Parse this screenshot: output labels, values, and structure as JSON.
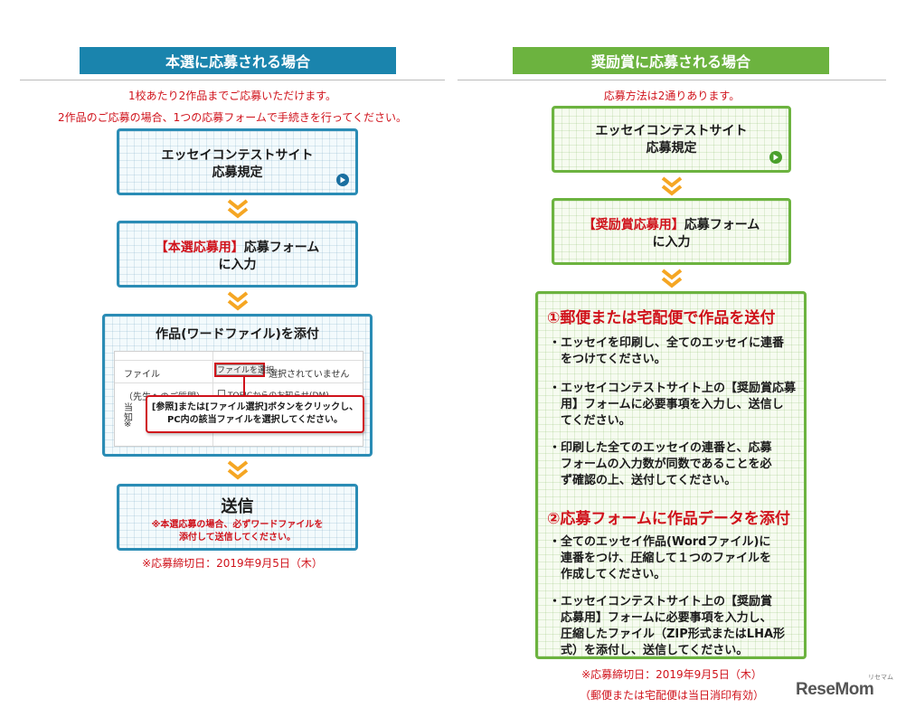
{
  "left": {
    "header": "本選に応募される場合",
    "note1": "1校あたり2作品までご応募いただけます。",
    "note2": "2作品のご応募の場合、1つの応募フォームで手続きを行ってください。",
    "step1": {
      "line1": "エッセイコンテストサイト",
      "line2": "応募規定"
    },
    "step2": {
      "highlight": "【本選応募用】",
      "line1_rest": "応募フォーム",
      "line2": "に入力"
    },
    "step3": {
      "title": "作品(ワードファイル)を添付",
      "form_label_file": "ファイル",
      "file_button": "ファイルを選択",
      "file_status": "選択されていません",
      "form_label_question": "（先生へのご質問）",
      "form_label_frag1": "当",
      "form_label_frag2": "知",
      "form_label_frag3": "※",
      "checkbox_label": "TOEICからのお知らせ(DM)",
      "callout_line1": "[参照]または[ファイル選択]ボタンをクリックし、",
      "callout_line2": "PC内の該当ファイルを選択してください。"
    },
    "step4": {
      "title": "送信",
      "warn1": "※本選応募の場合、必ずワードファイルを",
      "warn2": "添付して送信してください。"
    },
    "deadline": "※応募締切日：2019年9月5日（木）"
  },
  "right": {
    "header": "奨励賞に応募される場合",
    "note1": "応募方法は2通りあります。",
    "step1": {
      "line1": "エッセイコンテストサイト",
      "line2": "応募規定"
    },
    "step2": {
      "highlight": "【奨励賞応募用】",
      "line1_rest": "応募フォーム",
      "line2": "に入力"
    },
    "section1_title": "①郵便または宅配便で作品を送付",
    "section1_bullets": [
      [
        "・エッセイを印刷し、全てのエッセイに連番",
        "をつけてください。"
      ],
      [
        "・エッセイコンテストサイト上の【奨励賞応募",
        "用】フォームに必要事項を入力し、送信し",
        "てください。"
      ],
      [
        "・印刷した全てのエッセイの連番と、応募",
        "フォームの入力数が同数であることを必",
        "ず確認の上、送付してください。"
      ]
    ],
    "section2_title": "②応募フォームに作品データを添付",
    "section2_bullets": [
      [
        "・全てのエッセイ作品(Wordファイル)に",
        "連番をつけ、圧縮して１つのファイルを",
        "作成してください。"
      ],
      [
        "・エッセイコンテストサイト上の【奨励賞",
        "応募用】フォームに必要事項を入力し、",
        "圧縮したファイル（ZIP形式またはLHA形",
        "式）を添付し、送信してください。"
      ]
    ],
    "deadline": "※応募締切日：2019年9月5日（木）",
    "deadline_note": "（郵便または宅配便は当日消印有効）"
  },
  "logo": {
    "text": "ReseMom",
    "kana": "リセマム"
  },
  "icons": {
    "arrow": "chevron-down-icon",
    "play": "play-circle-icon"
  },
  "colors": {
    "blue": "#1a84ad",
    "green": "#6cb33f",
    "red": "#d0121b",
    "chevron": "#f5a623"
  }
}
